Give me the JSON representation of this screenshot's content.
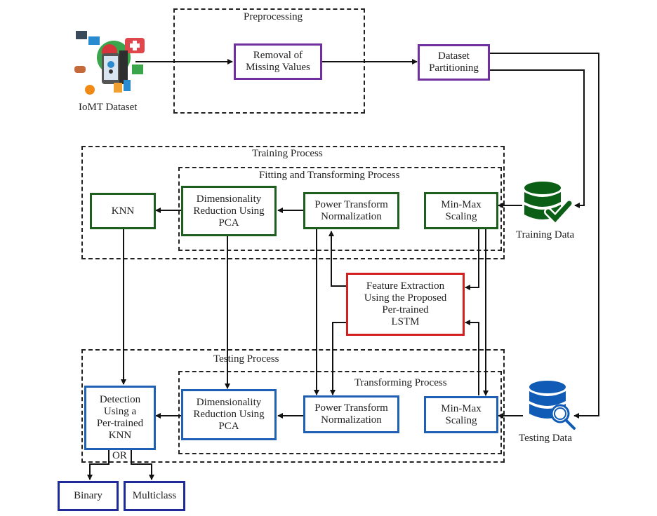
{
  "source": {
    "label": "IoMT Dataset",
    "icon": "iomt-devices-icon"
  },
  "regions": {
    "preprocessing": "Preprocessing",
    "training": "Training Process",
    "fitting": "Fitting and Transforming Process",
    "testing": "Testing Process",
    "transforming": "Transforming Process"
  },
  "nodes": {
    "removal": "Removal of\nMissing Values",
    "partition": "Dataset\nPartitioning",
    "train_knn": "KNN",
    "train_pca": "Dimensionality\nReduction Using\nPCA",
    "train_power": "Power Transform\nNormalization",
    "train_minmax": "Min-Max\nScaling",
    "lstm": "Feature Extraction\nUsing the Proposed\nPer-trained\nLSTM",
    "test_detect": "Detection\nUsing a\nPer-trained\nKNN",
    "test_pca": "Dimensionality\nReduction Using\nPCA",
    "test_power": "Power Transform\nNormalization",
    "test_minmax": "Min-Max\nScaling",
    "binary": "Binary",
    "multiclass": "Multiclass"
  },
  "datastores": {
    "training": {
      "label": "Training Data",
      "icon": "database-check-icon",
      "color": "#0b5e16"
    },
    "testing": {
      "label": "Testing Data",
      "icon": "database-search-icon",
      "color": "#0f5bb5"
    }
  },
  "or_label": "OR",
  "colors": {
    "preprocess": "#7030a0",
    "training": "#1e5e1e",
    "testing": "#1f5fb4",
    "feature": "#d21f1f",
    "output": "#1e2a9a"
  }
}
